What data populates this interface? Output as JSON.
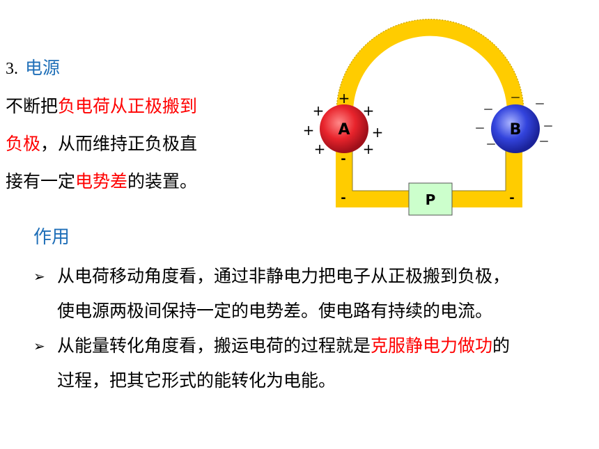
{
  "section": {
    "number": "3.",
    "title": "电源"
  },
  "definition": {
    "l1_a": "不断把",
    "l1_b": "负电荷从正极搬到",
    "l2_a": "负极",
    "l2_b": "，从而维持正负极直",
    "l3_a": "接有一定",
    "l3_b": "电势差",
    "l3_c": "的装置。"
  },
  "effect": {
    "title": "作用",
    "b1_l1": "从电荷移动角度看，通过非静电力把电子从正极搬到负极，",
    "b1_l2": "使电源两极间保持一定的电势差。使电路有持续的电流。",
    "b2_l1_a": "从能量转化角度看，搬运电荷的过程就是",
    "b2_l1_b": "克服静电力做功",
    "b2_l1_c": "的",
    "b2_l2": "过程，把其它形式的能转化为电能。",
    "bullet_icon": "arrow-bullet-icon"
  },
  "diagram": {
    "sphere_a_label": "A",
    "sphere_b_label": "B",
    "box_label": "P",
    "plus_sign": "+",
    "minus_sign": "－",
    "small_minus": "-",
    "colors": {
      "conductor": "#FFCC00",
      "sphere_a": "#E8242C",
      "sphere_b": "#3344DD",
      "box_fill": "#CCFFCC",
      "accent_blue": "#1F6FB8",
      "highlight_red": "#FF0000"
    }
  }
}
